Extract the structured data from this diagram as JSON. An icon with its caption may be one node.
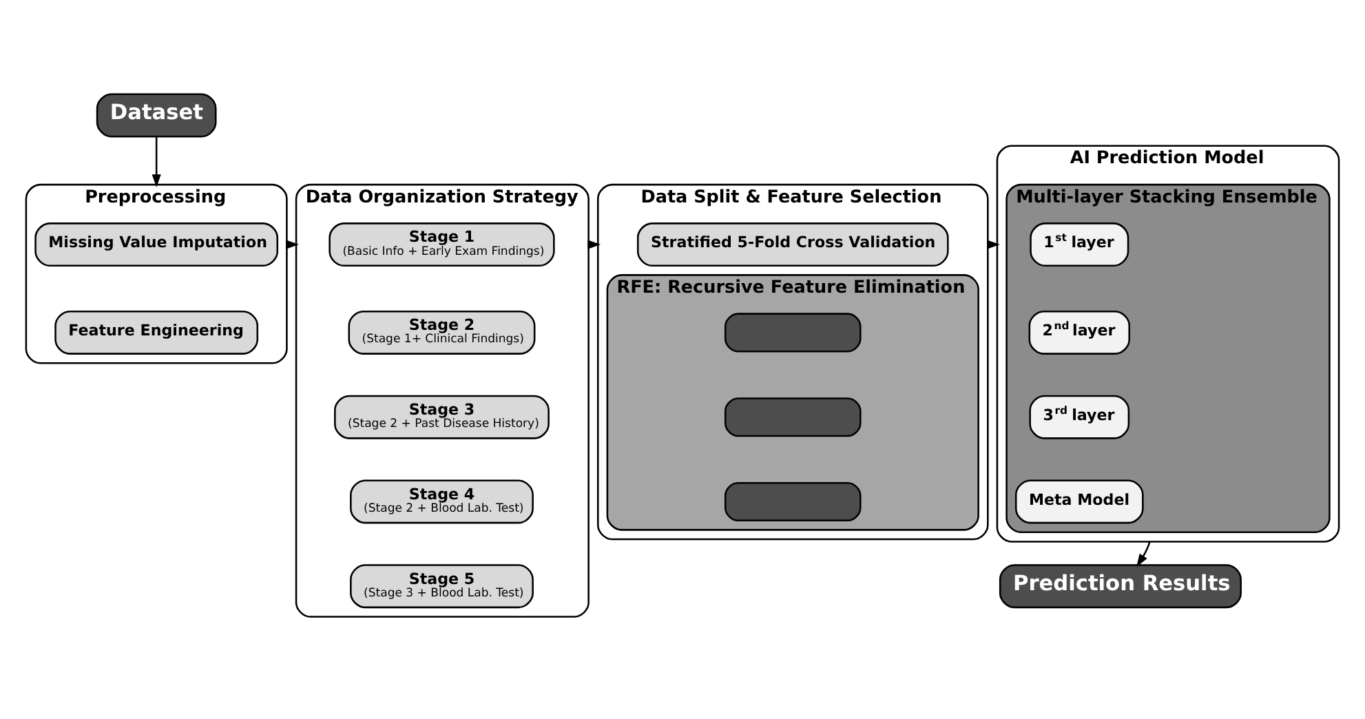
{
  "diagram": {
    "nodes": [
      {
        "text": [
          "Dataset"
        ]
      },
      {
        "text": [
          "Preprocessing"
        ]
      },
      {
        "text": [
          "Missing Value Imputation"
        ],
        "in": 1
      },
      {
        "text": [
          "Feature Engineering"
        ],
        "in": 1
      },
      {
        "text": [
          "Data Organization Strategy"
        ]
      },
      {
        "text": [
          "Stage 1",
          "(Basic Info + Early Exam Findings)"
        ],
        "in": 4
      },
      {
        "text": [
          "Stage 2",
          "(Stage 1+ Clinical Findings)"
        ],
        "in": 4
      },
      {
        "text": [
          "Stage 3",
          "(Stage 2 + Past Disease History)"
        ],
        "in": 4
      },
      {
        "text": [
          "Stage 4",
          "(Stage 2 + Blood Lab. Test)"
        ],
        "in": 4
      },
      {
        "text": [
          "Stage 5",
          "(Stage 3 + Blood Lab. Test)"
        ],
        "in": 4
      },
      {
        "text": [
          "Data Split & Feature Selection"
        ]
      },
      {
        "text": [
          "Stratified 5-Fold Cross Validation"
        ],
        "in": 10
      },
      {
        "text": [
          "RFE: Recursive Feature Elimination"
        ],
        "in": 10
      },
      {
        "text": [],
        "shape": "box",
        "in": 12
      },
      {
        "text": [],
        "shape": "box",
        "in": 12
      },
      {
        "text": [],
        "shape": "box",
        "in": 12
      },
      {
        "text": [
          "AI Prediction Model"
        ]
      },
      {
        "text": [
          "Multi-layer Stacking Ensemble"
        ],
        "in": 16
      },
      {
        "text": [
          "1$^{st}$ layer"
        ],
        "in": 17
      },
      {
        "text": [
          "2$^{nd}$ layer"
        ],
        "in": 17
      },
      {
        "text": [
          "3$^{rd}$ layer"
        ],
        "in": 17
      },
      {
        "text": [
          "Meta Model"
        ],
        "in": 17
      },
      {
        "text": [
          "Prediction Results"
        ]
      }
    ],
    "edges": [
      {
        "from": 0,
        "to": 1,
        "arrow": "to"
      },
      {
        "from": 1,
        "to": 4,
        "arrow": "to"
      },
      {
        "from": 4,
        "to": 10,
        "arrow": "to"
      },
      {
        "from": 10,
        "to": 16,
        "arrow": "to"
      },
      {
        "from": 16,
        "to": 22,
        "arrow": "to"
      }
    ]
  }
}
